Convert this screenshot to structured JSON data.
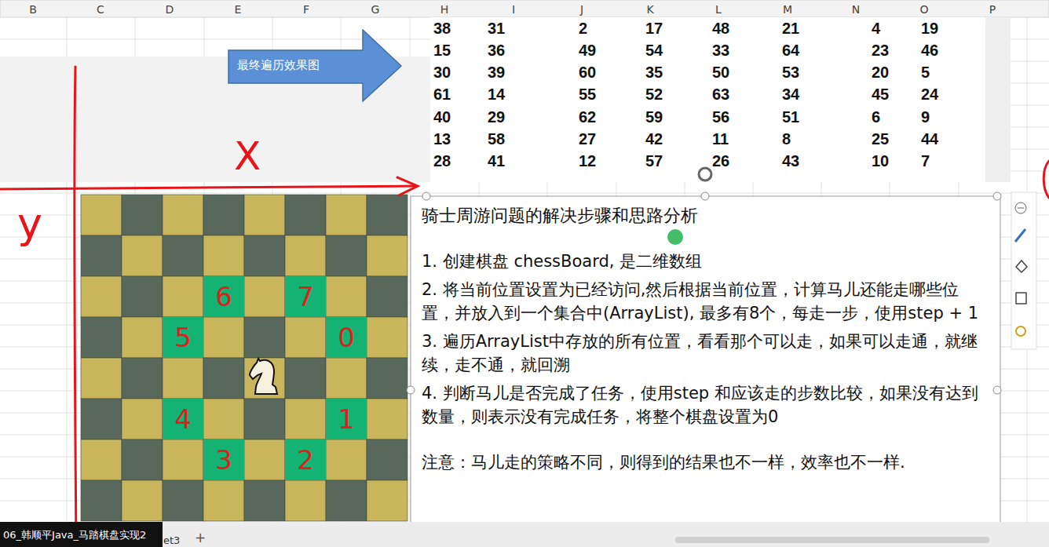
{
  "diagram": {
    "nodes": [
      {
        "text": [
          "最终遍历效果图"
        ]
      },
      {
        "text": [
          "骑士周游问题的解决步骤和思路分析",
          "1. 创建棋盘 chessBoard, 是二维数组",
          "2. 将当前位置设置为已经访问,然后根据当前位置，计算马儿还能走哪些位置，并放入到一个集合中(ArrayList), 最多有8个，每走一步，使用step + 1",
          "3. 遍历ArrayList中存放的所有位置，看看那个可以走，如果可以走通，就继续，走不通，就回溯",
          "4. 判断马儿是否完成了任务，使用step 和应该走的步数比较，如果没有达到数量，则表示没有完成任务，将整个棋盘设置为0",
          "注意：马儿走的策略不同，则得到的结果也不一样，效率也不一样."
        ]
      },
      {
        "text": [
          "6"
        ]
      },
      {
        "text": [
          "7"
        ]
      },
      {
        "text": [
          "5"
        ]
      },
      {
        "text": [
          "0"
        ]
      },
      {
        "text": [
          "4"
        ]
      },
      {
        "text": [
          "1"
        ]
      },
      {
        "text": [
          "3"
        ]
      },
      {
        "text": [
          "2"
        ]
      }
    ],
    "labels": [
      "B",
      "C",
      "D",
      "E",
      "F",
      "G",
      "H",
      "I",
      "J",
      "K",
      "L",
      "M",
      "N",
      "O",
      "P",
      "X",
      "y",
      "38",
      "31",
      "2",
      "17",
      "48",
      "21",
      "4",
      "19",
      "15",
      "36",
      "49",
      "54",
      "33",
      "64",
      "23",
      "46",
      "30",
      "39",
      "60",
      "35",
      "50",
      "53",
      "20",
      "5",
      "61",
      "14",
      "55",
      "52",
      "63",
      "34",
      "45",
      "24",
      "40",
      "29",
      "62",
      "59",
      "56",
      "51",
      "6",
      "9",
      "13",
      "58",
      "27",
      "42",
      "11",
      "8",
      "25",
      "44",
      "28",
      "41",
      "12",
      "57",
      "26",
      "43",
      "10",
      "7",
      "06_韩顺平Java_马踏棋盘实现2",
      "et3",
      "+"
    ]
  }
}
